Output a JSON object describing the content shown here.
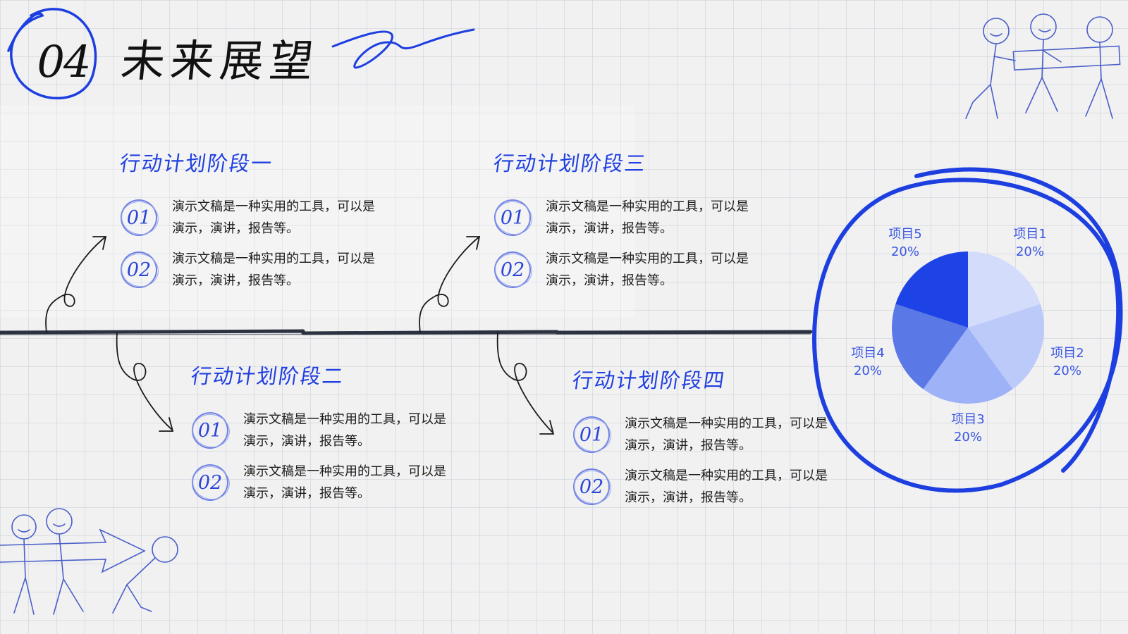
{
  "header": {
    "number": "04",
    "title": "未来展望"
  },
  "stages": [
    {
      "title": "行动计划阶段一",
      "items": [
        {
          "badge": "01",
          "text": "演示文稿是一种实用的工具，可以是演示，演讲，报告等。"
        },
        {
          "badge": "02",
          "text": "演示文稿是一种实用的工具，可以是演示，演讲，报告等。"
        }
      ]
    },
    {
      "title": "行动计划阶段二",
      "items": [
        {
          "badge": "01",
          "text": "演示文稿是一种实用的工具，可以是演示，演讲，报告等。"
        },
        {
          "badge": "02",
          "text": "演示文稿是一种实用的工具，可以是演示，演讲，报告等。"
        }
      ]
    },
    {
      "title": "行动计划阶段三",
      "items": [
        {
          "badge": "01",
          "text": "演示文稿是一种实用的工具，可以是演示，演讲，报告等。"
        },
        {
          "badge": "02",
          "text": "演示文稿是一种实用的工具，可以是演示，演讲，报告等。"
        }
      ]
    },
    {
      "title": "行动计划阶段四",
      "items": [
        {
          "badge": "01",
          "text": "演示文稿是一种实用的工具，可以是演示，演讲，报告等。"
        },
        {
          "badge": "02",
          "text": "演示文稿是一种实用的工具，可以是演示，演讲，报告等。"
        }
      ]
    }
  ],
  "chart_data": {
    "type": "pie",
    "slices": [
      {
        "label": "项目1",
        "value_label": "20%",
        "value": 20,
        "color": "#d3dcfb"
      },
      {
        "label": "项目2",
        "value_label": "20%",
        "value": 20,
        "color": "#bccafa"
      },
      {
        "label": "项目3",
        "value_label": "20%",
        "value": 20,
        "color": "#9db2f7"
      },
      {
        "label": "项目4",
        "value_label": "20%",
        "value": 20,
        "color": "#5a78e6"
      },
      {
        "label": "项目5",
        "value_label": "20%",
        "value": 20,
        "color": "#1d43e6"
      }
    ]
  },
  "colors": {
    "accent": "#1f3fe0",
    "ink": "#1c1c1c",
    "timeline": "#2b3240"
  }
}
